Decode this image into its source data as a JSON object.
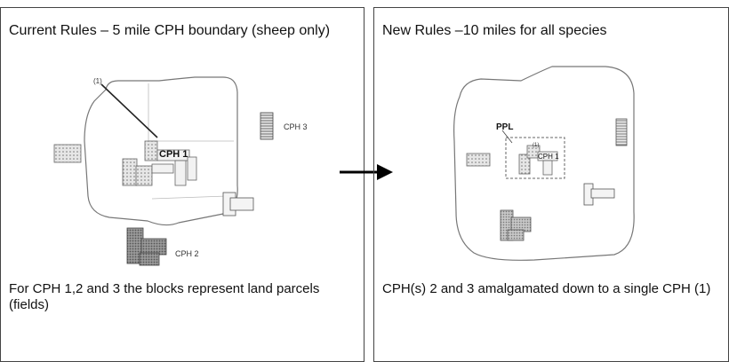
{
  "left": {
    "title": "Current Rules – 5 mile CPH boundary (sheep only)",
    "caption": "For CPH 1,2 and 3 the blocks represent land parcels (fields)",
    "labels": {
      "cph1": "CPH 1",
      "cph2": "CPH 2",
      "cph3": "CPH 3",
      "pointer": "(1)"
    }
  },
  "right": {
    "title": "New Rules –10 miles for all species",
    "caption": "CPH(s) 2 and 3 amalgamated down to a single CPH (1)",
    "labels": {
      "ppl": "PPL",
      "cph1": "CPH 1",
      "pointer": "(1)"
    }
  }
}
